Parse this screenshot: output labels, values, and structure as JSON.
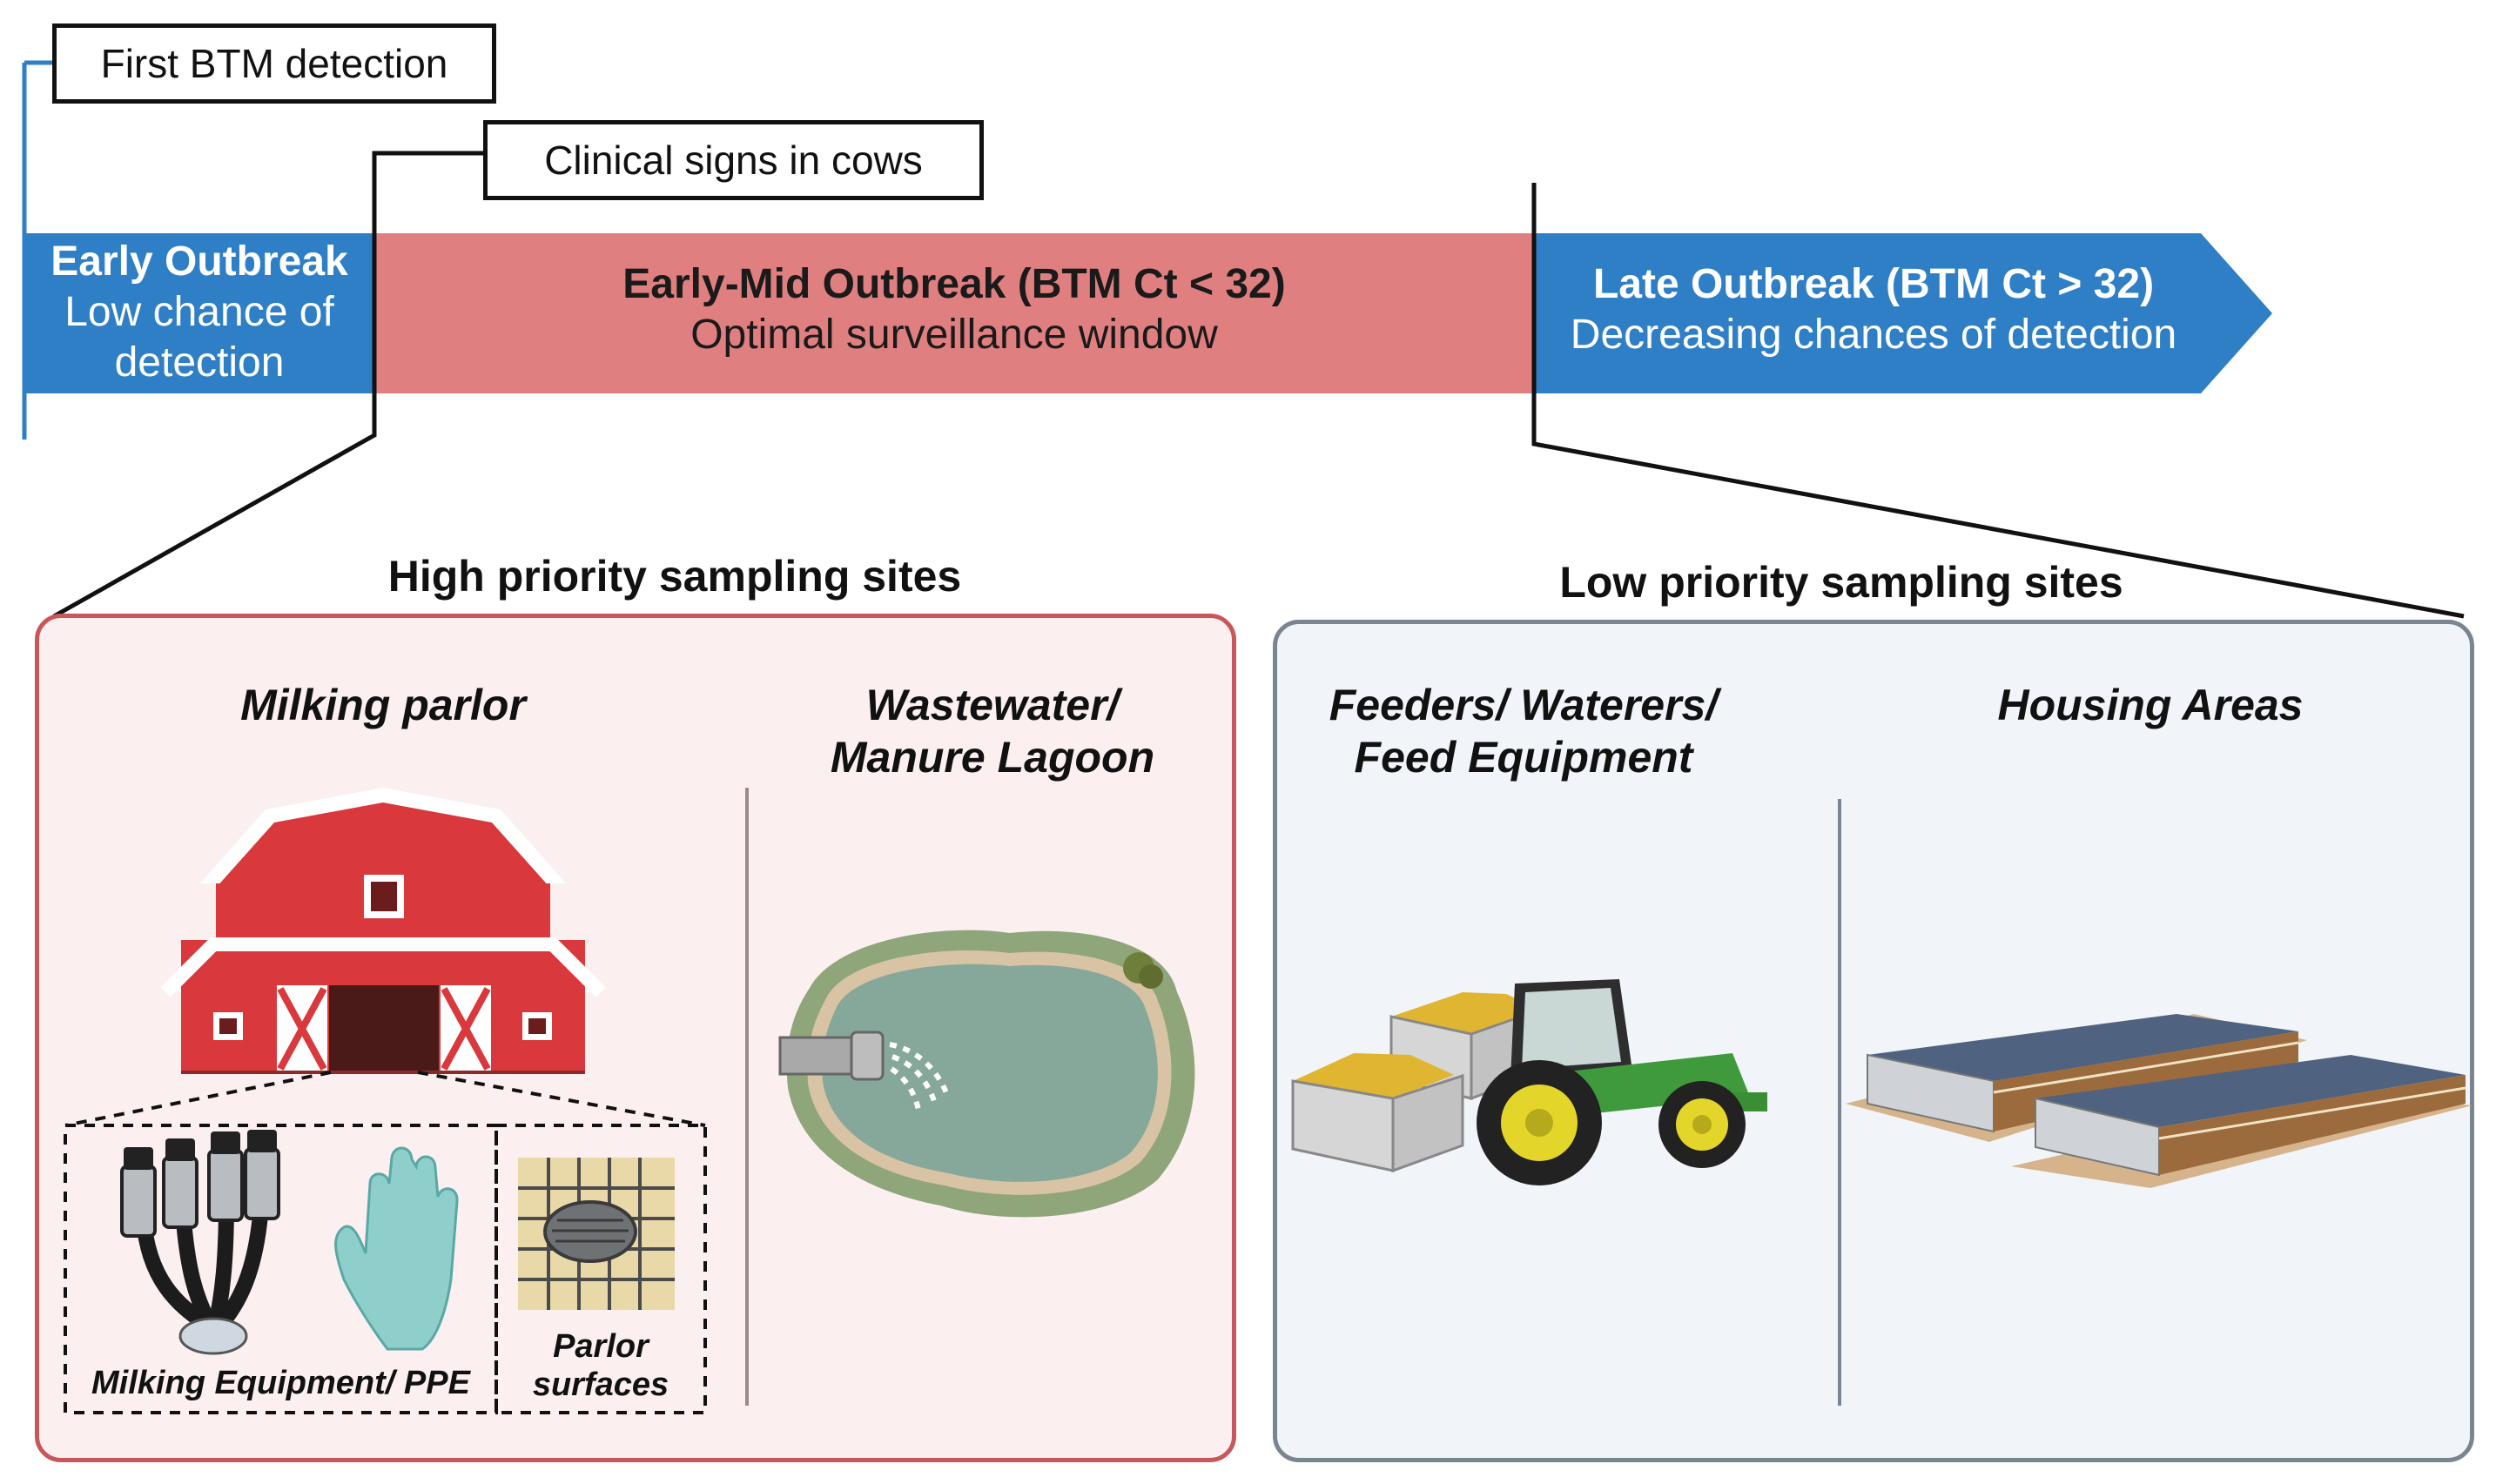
{
  "callouts": {
    "first_detection": "First BTM detection",
    "clinical_signs": "Clinical signs in cows"
  },
  "timeline": {
    "early": {
      "title": "Early Outbreak",
      "line1": "Low chance of",
      "line2": "detection"
    },
    "early_mid": {
      "title": "Early-Mid Outbreak (BTM Ct < 32)",
      "subtitle": "Optimal surveillance window"
    },
    "late": {
      "title": "Late Outbreak (BTM Ct > 32)",
      "subtitle": "Decreasing chances of detection"
    }
  },
  "high_priority": {
    "title": "High priority sampling sites",
    "milking_parlor": "Milking parlor",
    "wastewater_line1": "Wastewater/",
    "wastewater_line2": "Manure Lagoon",
    "milking_equipment": "Milking Equipment/ PPE",
    "parlor_line1": "Parlor",
    "parlor_line2": "surfaces"
  },
  "low_priority": {
    "title": "Low priority sampling sites",
    "feeders_line1": "Feeders/ Waterers/",
    "feeders_line2": "Feed Equipment",
    "housing": "Housing Areas"
  },
  "colors": {
    "blue": "#2F7FC6",
    "red_band": "#E07F80",
    "high_panel_bg": "#FCEFF0",
    "high_panel_border": "#C9565A",
    "low_panel_bg": "#F1F5FA",
    "low_panel_border": "#7B858F"
  }
}
